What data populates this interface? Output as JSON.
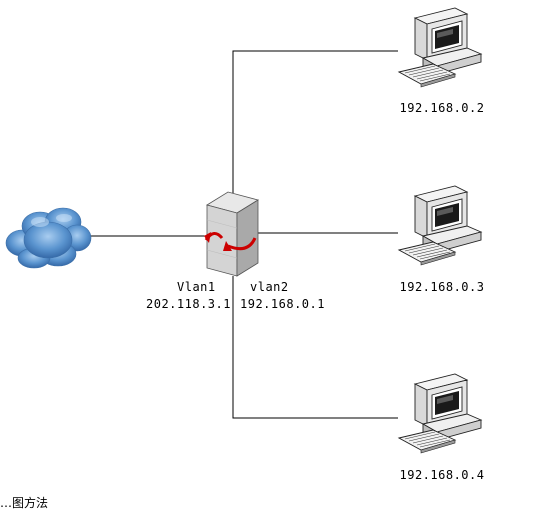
{
  "router": {
    "left_interface": {
      "name": "Vlan1",
      "ip": "202.118.3.1"
    },
    "right_interface": {
      "name": "vlan2",
      "ip": "192.168.0.1"
    }
  },
  "hosts": [
    {
      "ip": "192.168.0.2"
    },
    {
      "ip": "192.168.0.3"
    },
    {
      "ip": "192.168.0.4"
    }
  ],
  "footer_text": "…图方法",
  "colors": {
    "line": "#000000",
    "cloud": "#4b86c4",
    "arrow": "#cc0000"
  }
}
